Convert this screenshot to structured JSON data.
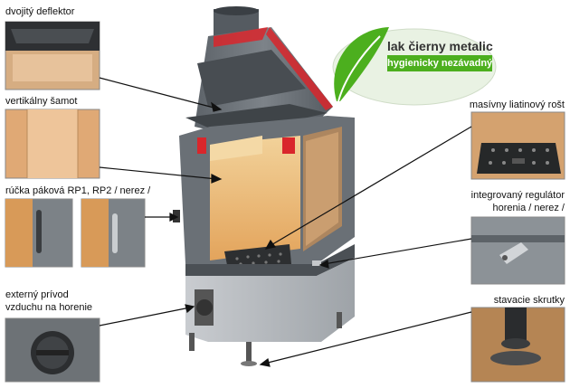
{
  "labels": {
    "dual_deflector": "dvojitý deflektor",
    "vertical_chamotte": "vertikálny šamot",
    "lever_handle": "rúčka páková RP1, RP2 / nerez /",
    "external_air_line1": "externý prívod",
    "external_air_line2": "vzduchu na horenie",
    "cast_iron_grate": "masívny liatinový rošt",
    "regulator_line1": "integrovaný regulátor",
    "regulator_line2": "horenia / nerez /",
    "adjusting_screws": "stavacie skrutky"
  },
  "badge": {
    "line1": "lak čierny metalic",
    "line2": "hygienicky nezávadný"
  },
  "colors": {
    "badge_green": "#4caf1e",
    "stove_body": "#6f757b",
    "chamotte": "#e6b47e",
    "section_red": "#d9262b"
  }
}
